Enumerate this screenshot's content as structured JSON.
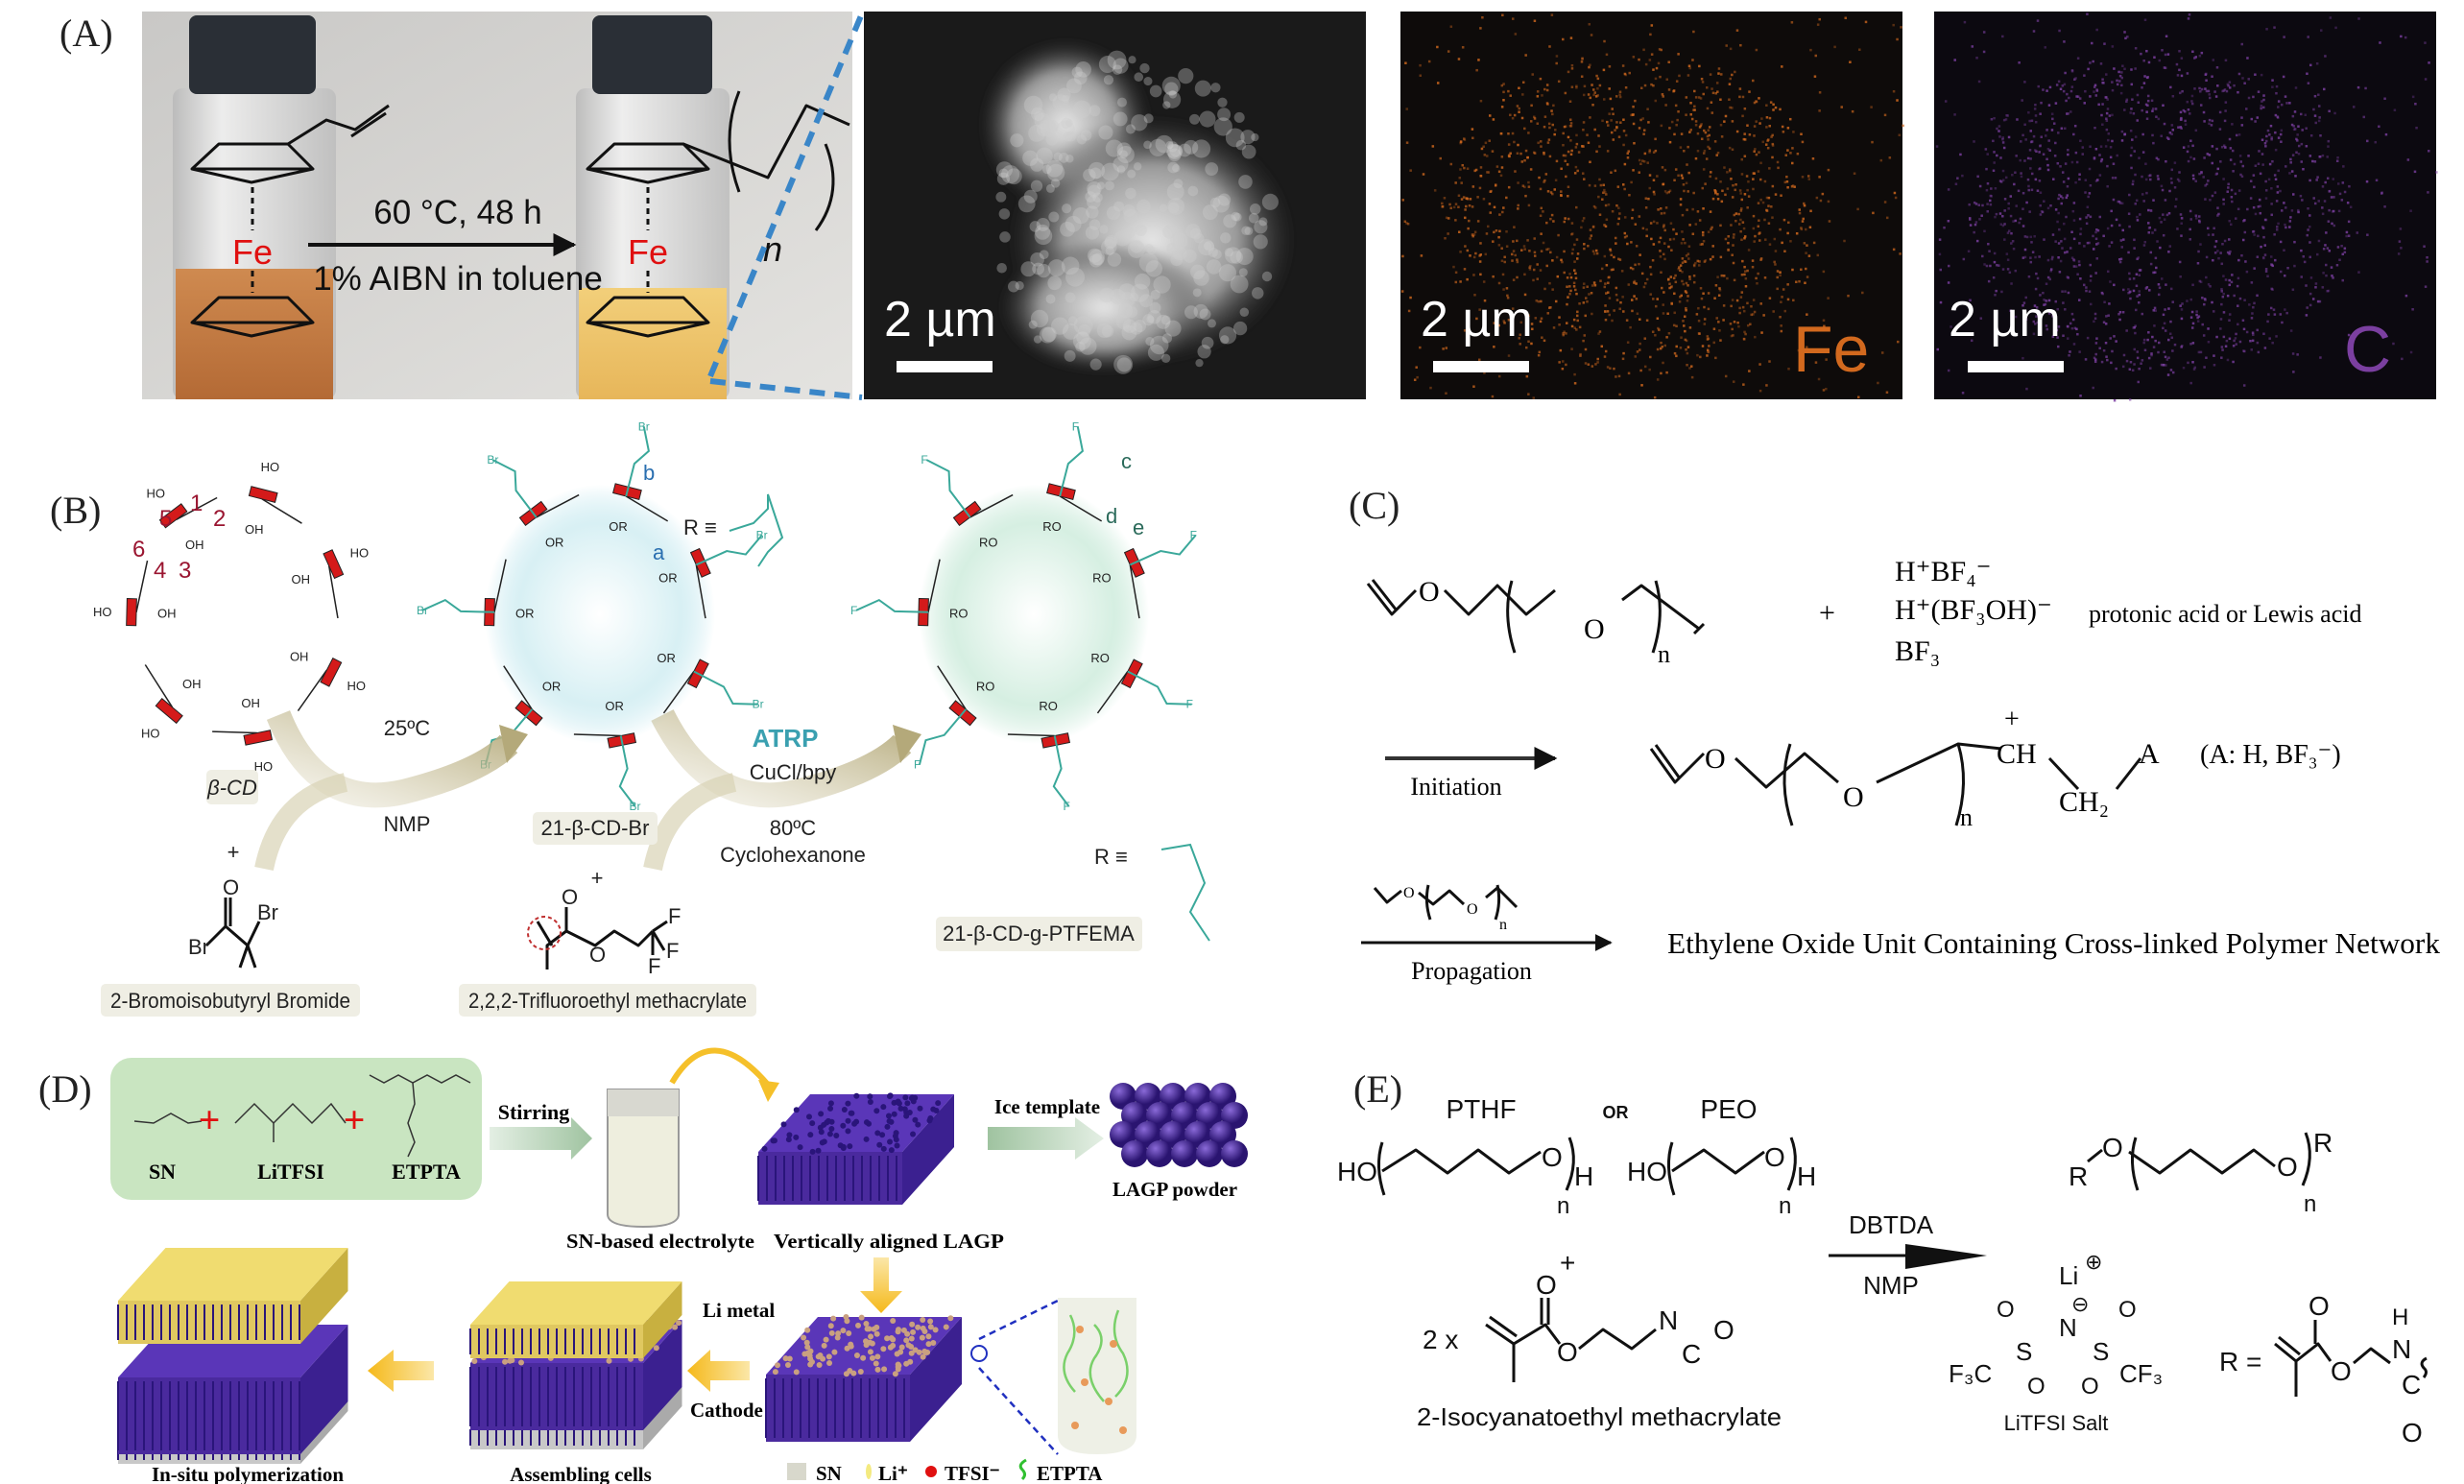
{
  "panels": {
    "a": {
      "label": "(A)",
      "reaction": {
        "condition_top": "60 °C, 48 h",
        "condition_bottom": "1% AIBN in toluene",
        "metal": "Fe",
        "repeat": "n"
      },
      "sem": {
        "scale": "2 µm"
      },
      "fe_map": {
        "scale": "2 µm",
        "element": "Fe",
        "color": "#d2691e"
      },
      "c_map": {
        "scale": "2 µm",
        "element": "C",
        "color": "#7b3fa0"
      }
    },
    "b": {
      "label": "(B)",
      "numbers": [
        "1",
        "2",
        "3",
        "4",
        "5",
        "6"
      ],
      "letters": [
        "a",
        "b",
        "c",
        "d",
        "e"
      ],
      "atoms": {
        "oh": "OH",
        "ho": "HO",
        "or": "OR",
        "ro": "RO",
        "br": "Br",
        "o": "O",
        "f": "F",
        "r_equiv": "R ≡"
      },
      "beta_cd": "β-CD",
      "plus": "+",
      "reagent1": "2-Bromoisobutyryl Bromide",
      "step1_temp": "25ºC",
      "step1_solvent": "NMP",
      "intermediate": "21-β-CD-Br",
      "reagent2": "2,2,2-Trifluoroethyl methacrylate",
      "step2_method": "ATRP",
      "step2_catalyst": "CuCl/bpy",
      "step2_temp": "80ºC",
      "step2_solvent": "Cyclohexanone",
      "product": "21-β-CD-g-PTFEMA",
      "teal": "#3aa89a",
      "red": "#d41a1a"
    },
    "c": {
      "label": "(C)",
      "o": "O",
      "n": "n",
      "plus": "+",
      "acids": [
        "H⁺BF₄⁻",
        "H⁺(BF₃OH)⁻",
        "BF₃"
      ],
      "acid_note": "protonic acid or Lewis acid",
      "initiation": "Initiation",
      "cation": "+",
      "ch": "CH",
      "ch2": "CH₂",
      "a": "A",
      "a_note": "(A: H, BF₃⁻)",
      "propagation": "Propagation",
      "result": "Ethylene Oxide Unit Containing Cross-linked Polymer Network"
    },
    "d": {
      "label": "(D)",
      "components": [
        "SN",
        "LiTFSI",
        "ETPTA"
      ],
      "plus": "+",
      "stirring": "Stirring",
      "electrolyte": "SN-based electrolyte",
      "lagp_aligned": "Vertically aligned LAGP",
      "ice_template": "Ice template",
      "lagp_powder": "LAGP powder",
      "li_metal": "Li metal",
      "cathode": "Cathode",
      "assembling": "Assembling cells",
      "insitu": "In-situ polymerization",
      "legend": [
        "SN",
        "Li⁺",
        "TFSI⁻",
        "ETPTA"
      ],
      "colors": {
        "lagp": "#4a2a9e",
        "li": "#e8d070",
        "box": "#c9e5c1",
        "arrow": "#f5c02a"
      }
    },
    "e": {
      "label": "(E)",
      "pthf": "PTHF",
      "or": "OR",
      "peo": "PEO",
      "ho": "HO",
      "o": "O",
      "h": "H",
      "n": "n",
      "r": "R",
      "nn": "N",
      "c": "C",
      "plus": "+",
      "times": "2 x",
      "reagent": "2-Isocyanatoethyl methacrylate",
      "catalyst": "DBTDA",
      "solvent": "NMP",
      "li": "Li",
      "s": "S",
      "f3c": "F₃C",
      "cf3": "CF₃",
      "plus_charge": "⊕",
      "minus_charge": "⊖",
      "salt": "LiTFSI Salt",
      "r_eq": "R ="
    }
  }
}
